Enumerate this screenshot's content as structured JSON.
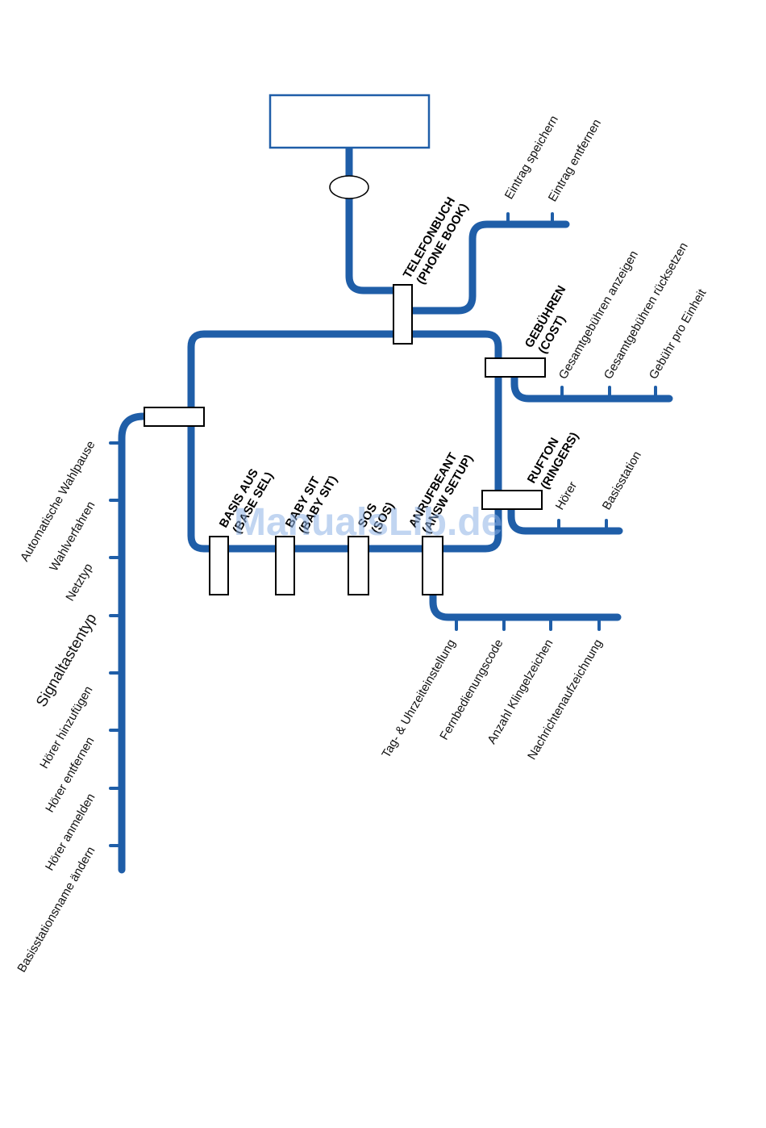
{
  "colors": {
    "line": "#1f5ea8",
    "box_border": "#000000",
    "watermark": "#8fb3e6"
  },
  "menus": {
    "phone_book": {
      "line1": "TELEFONBUCH",
      "line2": "(PHONE BOOK)"
    },
    "cost": {
      "line1": "GEBÜHREN",
      "line2": "(COST)"
    },
    "ringers": {
      "line1": "RUFTON",
      "line2": "(RINGERS)"
    },
    "base_sel": {
      "line1": "BASIS AUS",
      "line2": "(BASE SEL)"
    },
    "baby_sit": {
      "line1": "BABY SIT",
      "line2": "(BABY SIT)"
    },
    "sos": {
      "line1": "SOS",
      "line2": "(SOS)"
    },
    "answ_setup": {
      "line1": "ANRUFBEANT",
      "line2": "(ANSW SETUP)"
    }
  },
  "phone_book_items": [
    "Eintrag speichern",
    "Eintrag entfernen"
  ],
  "cost_items": [
    "Gesamtgebühren anzeigen",
    "Gesamtgebühren rücksetzen",
    "Gebühr pro Einheit"
  ],
  "ringer_items": [
    "Hörer",
    "Basisstation"
  ],
  "answ_items": [
    "Tag- & Uhrzeiteinstellung",
    "Fernbedienungscode",
    "Anzahl Klingelzeichen",
    "Nachrichtenaufzeichnung"
  ],
  "setup_items": [
    "Automatische Wahlpause",
    "Wahlverfahren",
    "Netztyp",
    "Signaltastentyp",
    "Hörer hinzufügen",
    "Hörer entfernen",
    "Hörer anmelden",
    "Basisstationsname ändern"
  ],
  "watermark": "ManualsLib.de"
}
